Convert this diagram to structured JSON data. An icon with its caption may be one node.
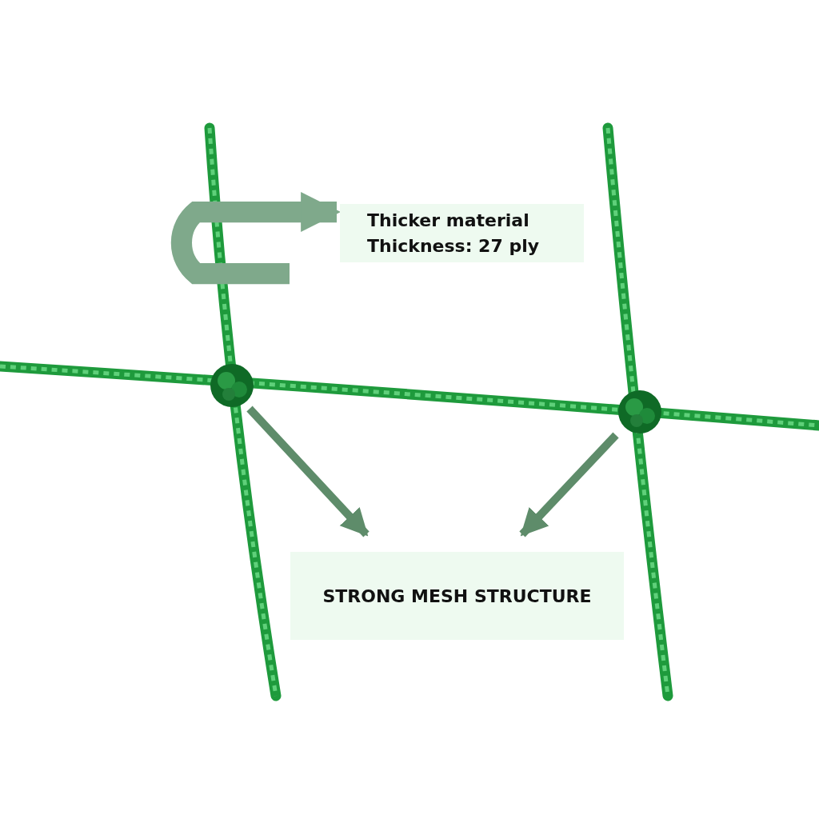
{
  "diagram": {
    "nodes": [
      {
        "text": [
          "Thicker material",
          "Thickness: 27 ply"
        ]
      },
      {
        "text": [
          "STRONG MESH STRUCTURE"
        ]
      },
      {
        "text": [],
        "shape": "picture"
      },
      {
        "text": [],
        "shape": "picture"
      }
    ],
    "edges": [
      {
        "from": null,
        "to": 0,
        "arrow": "to",
        "style": "thick"
      },
      {
        "from": 2,
        "to": 1,
        "arrow": "to"
      },
      {
        "from": 3,
        "to": 1,
        "arrow": "to"
      }
    ]
  }
}
